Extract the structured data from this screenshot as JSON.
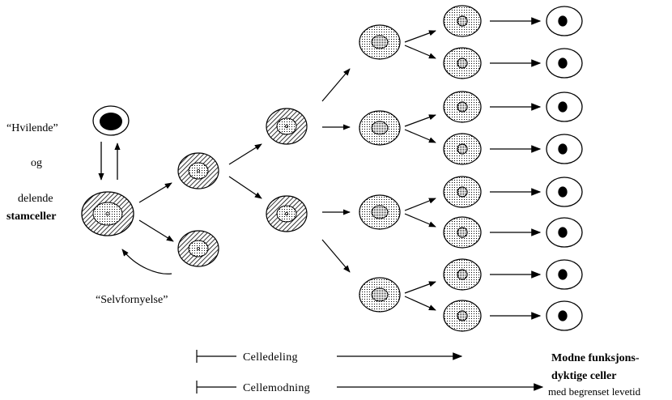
{
  "labels": {
    "resting": "“Hvilende”",
    "and": "og",
    "dividing": "delende",
    "stem_cells": "stamceller",
    "self_renewal": "“Selvfornyelse”",
    "cell_division": "Celledeling",
    "cell_maturation": "Cellemodning",
    "mature_line1": "Modne funksjons-",
    "mature_line2": "dyktige celler",
    "mature_line3": "med begrenset levetid"
  }
}
